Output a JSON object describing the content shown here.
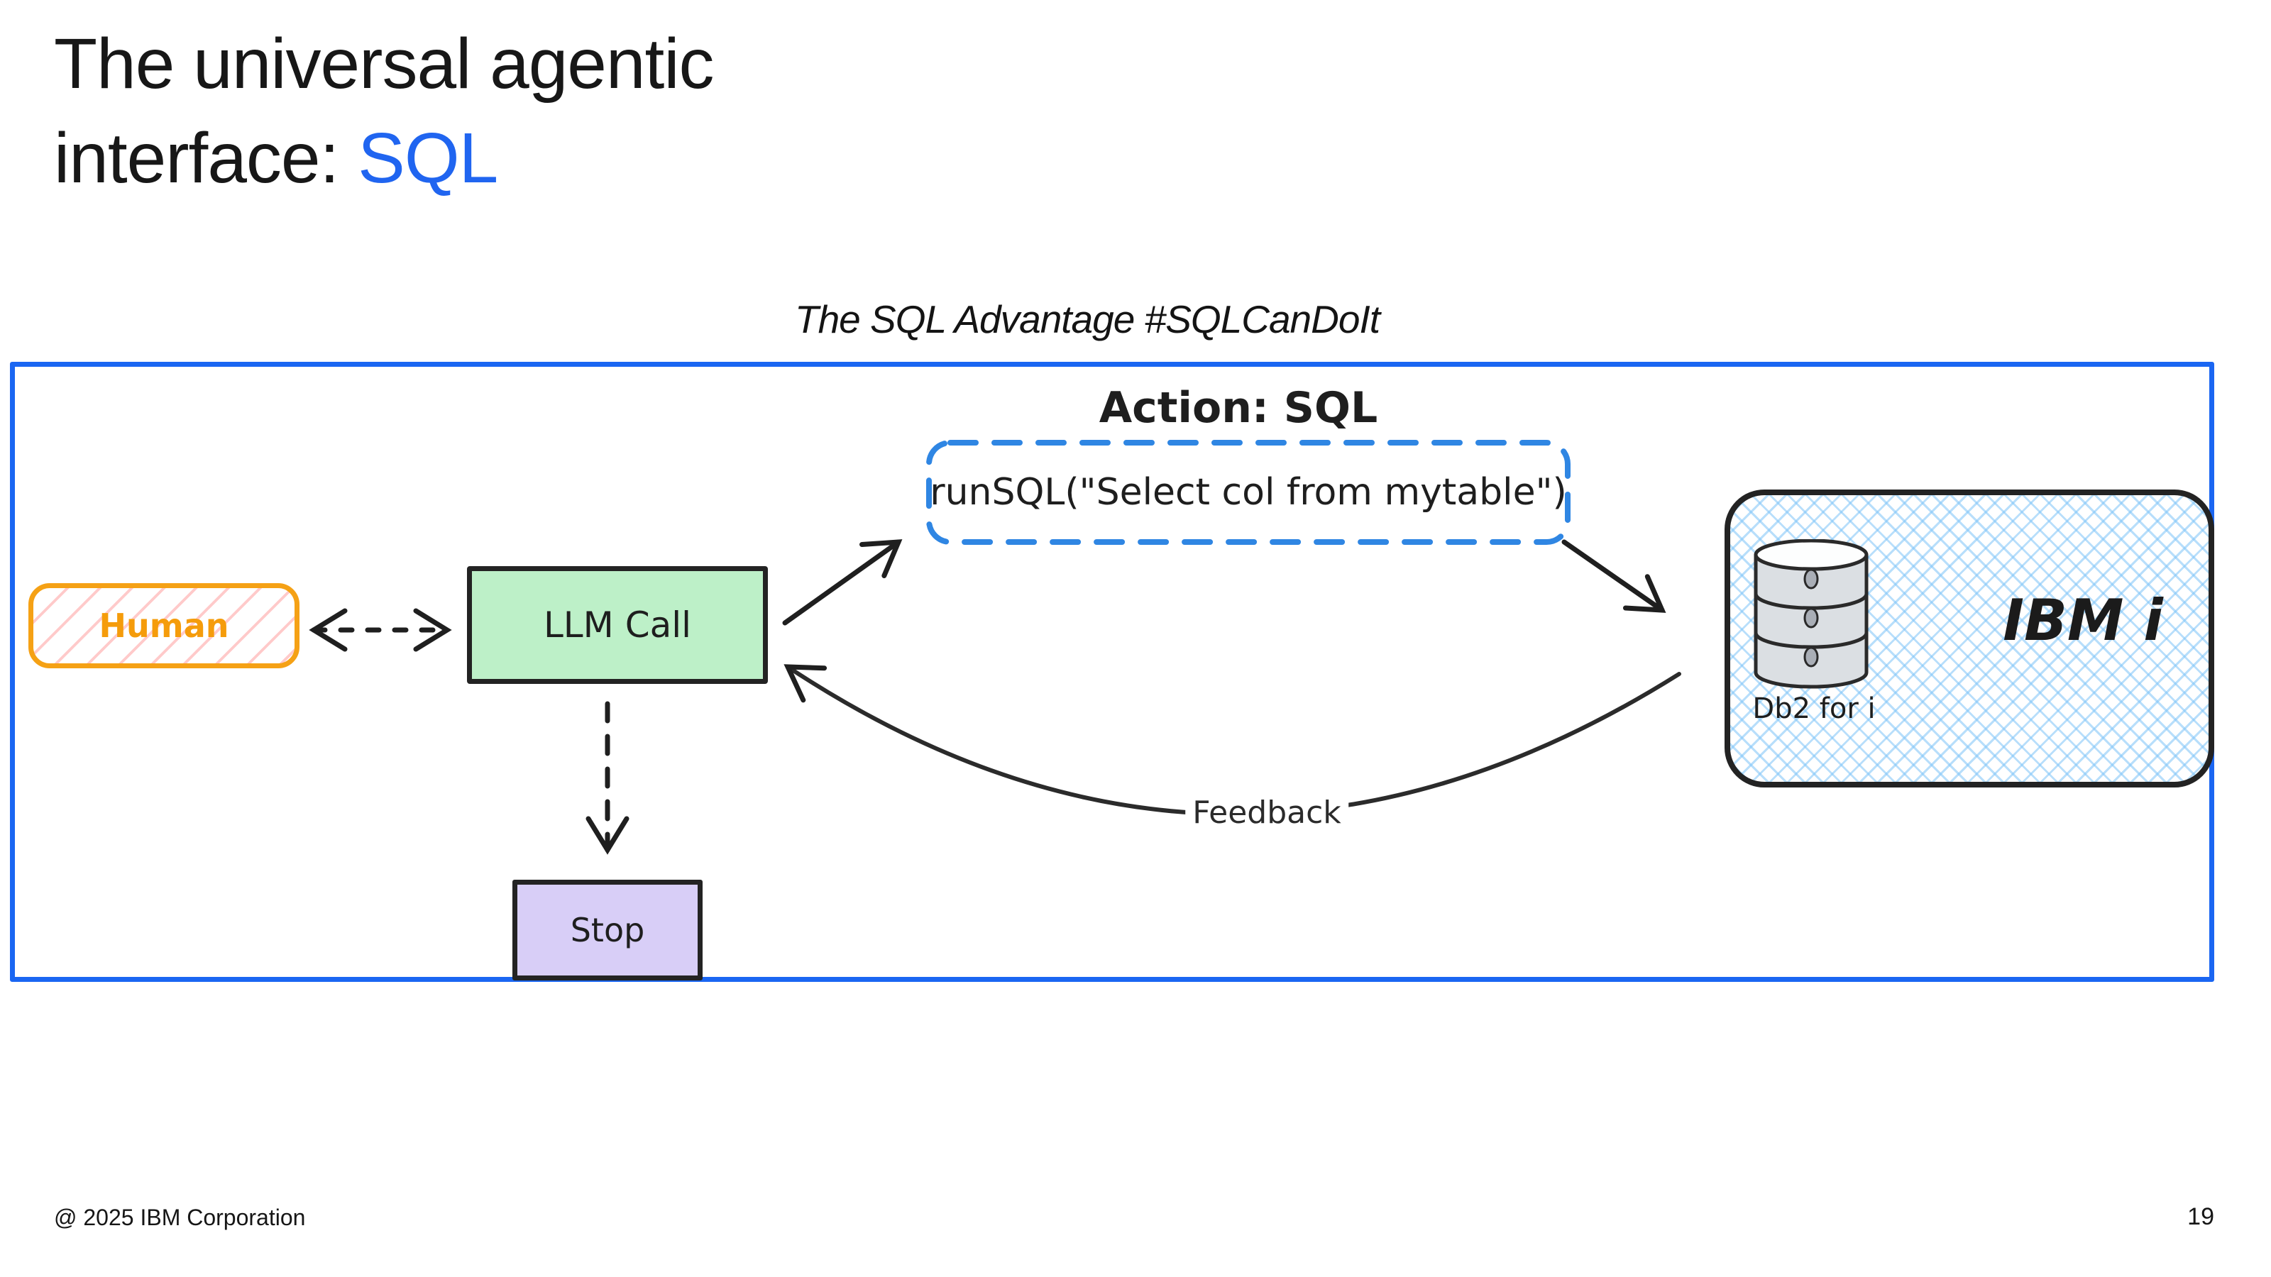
{
  "header": {
    "title_line1": "The universal agentic",
    "title_line2_prefix": "interface: ",
    "title_accent": "SQL"
  },
  "subtitle": "The SQL Advantage #SQLCanDoIt",
  "diagram": {
    "action_label": "Action: SQL",
    "run_sql_label": "runSQL(\"Select col from mytable\")",
    "human_label": "Human",
    "llm_label": "LLM Call",
    "stop_label": "Stop",
    "feedback_label": "Feedback",
    "ibm_i_label": "IBM i",
    "db2_label": "Db2 for i"
  },
  "footer": {
    "copyright": "@ 2025 IBM Corporation",
    "page_number": "19"
  },
  "colors": {
    "title_accent_blue": "#2065f0",
    "diagram_border_blue": "#1a66f2",
    "sketch_dash_blue": "#2f86e3",
    "llm_green_fill": "#bdf0c8",
    "stop_purple_fill": "#d8cef7",
    "human_orange": "#f5a115",
    "human_hatch_pink": "#ff9696",
    "crosshatch_blue": "#7ec4f8",
    "ink": "#1f1f1f"
  }
}
